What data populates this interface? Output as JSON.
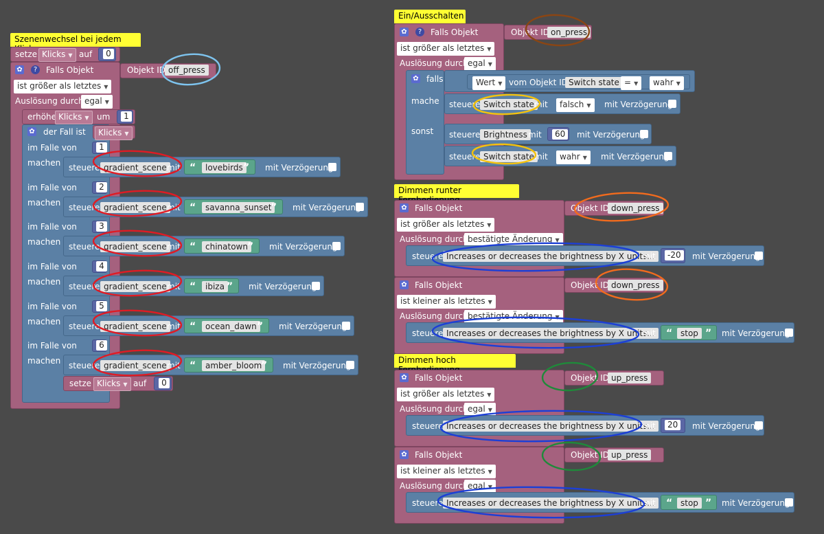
{
  "left": {
    "comment": "Szenenwechsel bei jedem Klick",
    "set_word": "setze",
    "set_var": "Klicks",
    "set_to": "auf",
    "set_val": "0",
    "falls_objekt": "Falls Objekt",
    "objekt_id": "Objekt ID",
    "objekt_val": "off_press",
    "condition": "ist größer als letztes",
    "trigger_label": "Auslösung durch",
    "trigger_val": "egal",
    "increment_word": "erhöhe",
    "increment_var": "Klicks",
    "increment_by": "um",
    "increment_val": "1",
    "switch_label": "der Fall ist",
    "switch_var": "Klicks",
    "case_label": "im Falle von",
    "do_label": "machen",
    "control_word": "steuere",
    "control_target": "gradient_scene",
    "with_word": "mit",
    "delay_label": "mit Verzögerung",
    "cases": [
      {
        "num": "1",
        "scene": "lovebirds"
      },
      {
        "num": "2",
        "scene": "savanna_sunset"
      },
      {
        "num": "3",
        "scene": "chinatown"
      },
      {
        "num": "4",
        "scene": "ibiza"
      },
      {
        "num": "5",
        "scene": "ocean_dawn"
      },
      {
        "num": "6",
        "scene": "amber_bloom"
      }
    ],
    "reset_set": "setze",
    "reset_var": "Klicks",
    "reset_to": "auf",
    "reset_val": "0"
  },
  "onoff": {
    "comment": "Ein/Ausschalten",
    "falls_objekt": "Falls Objekt",
    "objekt_id": "Objekt ID",
    "objekt_val": "on_press",
    "condition": "ist größer als letztes",
    "trigger_label": "Auslösung durch",
    "trigger_val": "egal",
    "if_label": "falls",
    "value_dd": "Wert",
    "value_of": "vom Objekt ID",
    "value_obj": "Switch state",
    "op": "=",
    "cmp": "wahr",
    "do_label": "mache",
    "else_label": "sonst",
    "control_word": "steuere",
    "with_word": "mit",
    "delay_label": "mit Verzögerung",
    "row1_target": "Switch state",
    "row1_val": "falsch",
    "row2_target": "Brightness",
    "row2_val": "60",
    "row3_target": "Switch state",
    "row3_val": "wahr"
  },
  "down": {
    "comment": "Dimmen runter Fernbedienung",
    "falls_objekt": "Falls Objekt",
    "objekt_id": "Objekt ID",
    "objekt_val": "down_press",
    "condition1": "ist größer als letztes",
    "condition2": "ist kleiner als letztes",
    "trigger_label": "Auslösung durch",
    "trigger_val": "bestätigte Änderung",
    "control_word": "steuere",
    "control_target": "Increases or decreases the brightness by X units...",
    "with_word": "mit",
    "delay_label": "mit Verzögerung",
    "val1": "-20",
    "val2": "stop"
  },
  "up": {
    "comment": "Dimmen hoch Fernbedienung",
    "falls_objekt": "Falls Objekt",
    "objekt_id": "Objekt ID",
    "objekt_val": "up_press",
    "condition1": "ist größer als letztes",
    "condition2": "ist kleiner als letztes",
    "trigger_label": "Auslösung durch",
    "trigger_val": "egal",
    "control_word": "steuere",
    "control_target": "Increases or decreases the brightness by X units...",
    "with_word": "mit",
    "delay_label": "mit Verzögerung",
    "val1": "20",
    "val2": "stop"
  },
  "colors": {
    "background": "#4a4a4a",
    "event_block": "#a5617e",
    "action_block": "#5b80a5",
    "text_block": "#5ba58b",
    "math_block": "#5b67a5",
    "comment": "#ffff33",
    "mark_red": "#e01b24",
    "mark_blue": "#1c3fd6",
    "mark_yellow": "#f4c20d",
    "mark_orange": "#f26b1d",
    "mark_brown": "#8b4513",
    "mark_green": "#1f8a3a",
    "mark_lightblue": "#7ec4ef"
  }
}
